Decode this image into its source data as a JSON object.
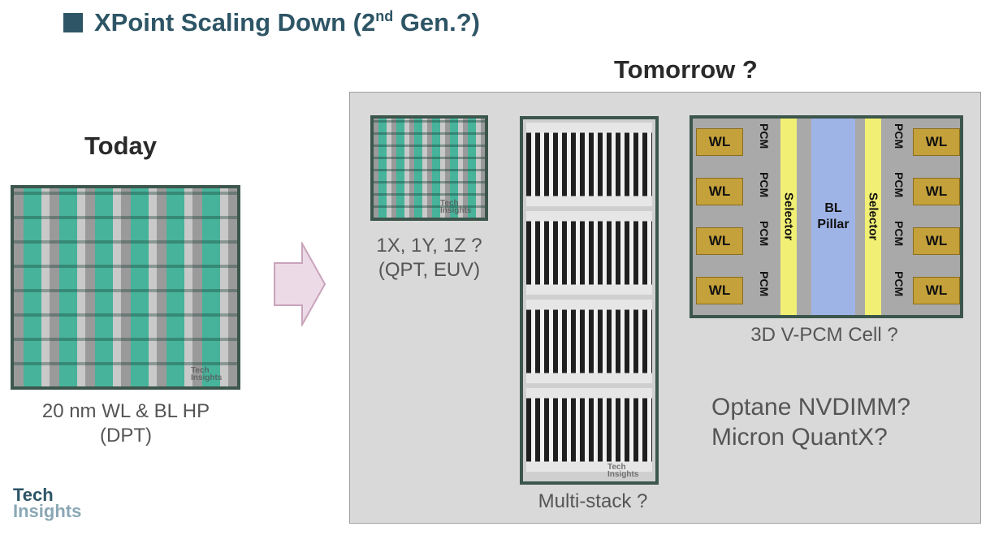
{
  "title": {
    "main": "XPoint Scaling Down (2",
    "sup": "nd",
    "rest": " Gen.?)"
  },
  "today": {
    "heading": "Today",
    "caption_line1": "20 nm WL & BL HP",
    "caption_line2": "(DPT)",
    "watermark_top": "Tech",
    "watermark_bottom": "Insights"
  },
  "tomorrow": {
    "heading": "Tomorrow ?",
    "small_caption_line1": "1X, 1Y, 1Z ?",
    "small_caption_line2": "(QPT, EUV)",
    "small_watermark_top": "Tech",
    "small_watermark_bottom": "Insights",
    "stack_caption": "Multi-stack ?",
    "stack_watermark_top": "Tech",
    "stack_watermark_bottom": "Insights",
    "vpcm_caption": "3D V-PCM Cell ?",
    "vpcm": {
      "wl": [
        "WL",
        "WL",
        "WL",
        "WL"
      ],
      "pcm": [
        "PCM",
        "PCM",
        "PCM",
        "PCM"
      ],
      "selector": "Selector",
      "bl_line1": "BL",
      "bl_line2": "Pillar"
    },
    "products_line1": "Optane NVDIMM?",
    "products_line2": "Micron QuantX?"
  },
  "logo": {
    "top": "Tech",
    "bottom": "Insights"
  },
  "colors": {
    "title": "#2e5566",
    "panel": "#d9d9d9",
    "teal": "#47b39b",
    "wl_gold": "#c4a13a",
    "selector_yellow": "#f1ef74",
    "bl_blue": "#9fb4e6",
    "arrow": "#dcbdd0"
  }
}
